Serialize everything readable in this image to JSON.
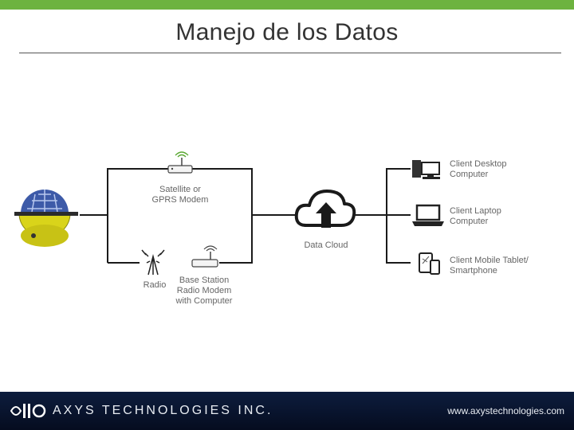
{
  "header": {
    "title": "Manejo de los Datos",
    "accent_color": "#6db33f"
  },
  "diagram": {
    "satellite_label_1": "Satellite or",
    "satellite_label_2": "GPRS Modem",
    "radio_label": "Radio",
    "base_station_1": "Base Station",
    "base_station_2": "Radio Modem",
    "base_station_3": "with Computer",
    "cloud_label": "Data Cloud",
    "client_desktop_1": "Client Desktop",
    "client_desktop_2": "Computer",
    "client_laptop_1": "Client Laptop",
    "client_laptop_2": "Computer",
    "client_mobile_1": "Client Mobile Tablet/",
    "client_mobile_2": "Smartphone",
    "icons": [
      "buoy-icon",
      "satellite-modem-icon",
      "radio-tower-icon",
      "base-station-modem-icon",
      "upload-cloud-icon",
      "desktop-computer-icon",
      "laptop-icon",
      "tablet-smartphone-icon"
    ]
  },
  "footer": {
    "company": "AXYS TECHNOLOGIES INC.",
    "website": "www.axystechnologies.com",
    "background_color": "#0d1d3e"
  }
}
